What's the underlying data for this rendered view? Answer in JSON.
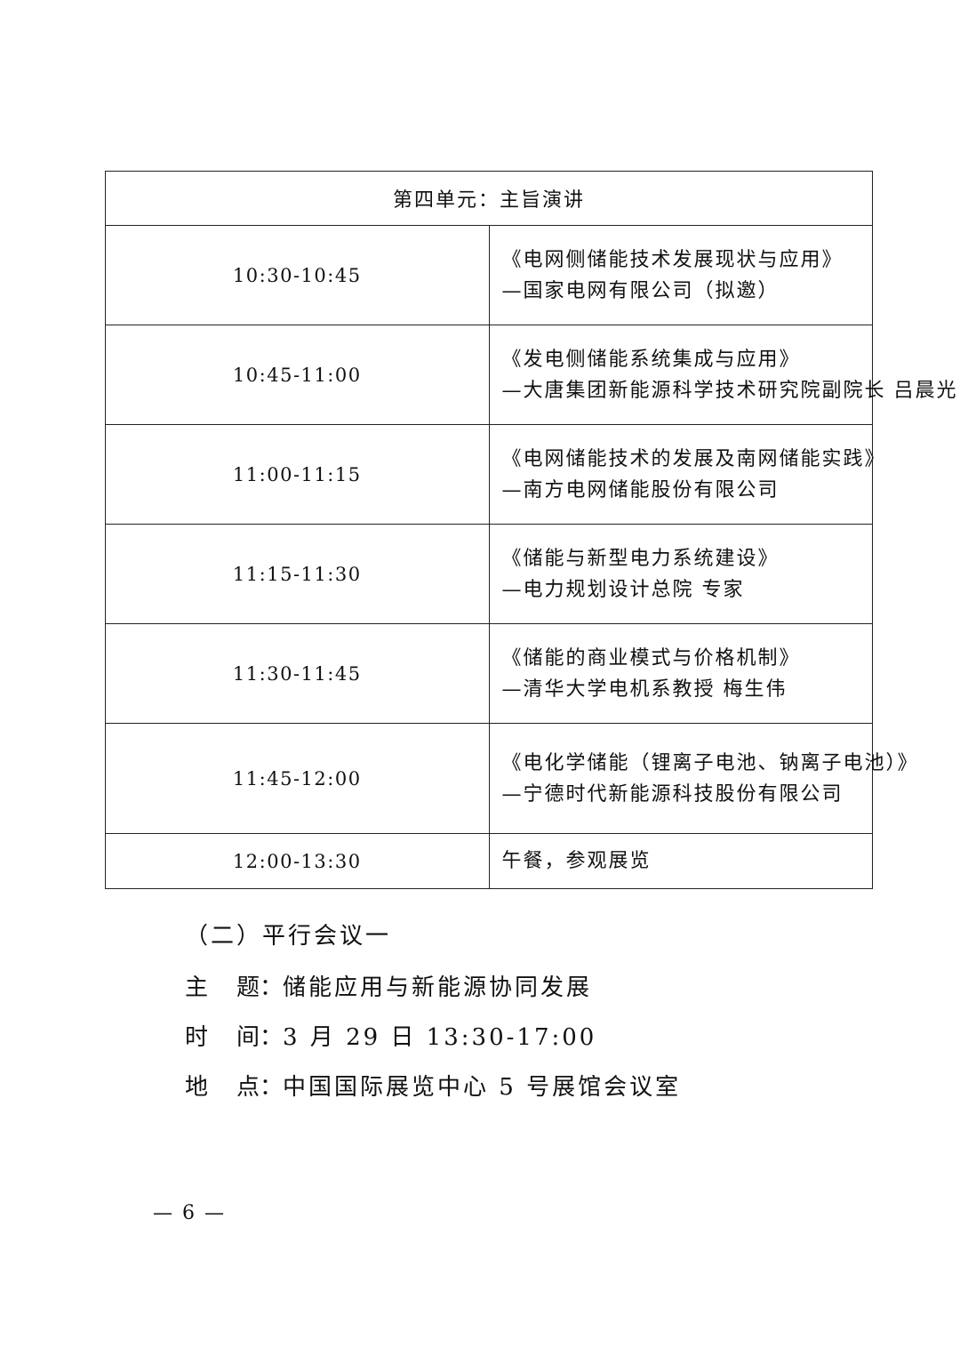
{
  "schedule": {
    "unit_title": "第四单元：主旨演讲",
    "rows": [
      {
        "time": "10:30-10:45",
        "lines": [
          "《电网侧储能技术发展现状与应用》",
          "—国家电网有限公司（拟邀）"
        ]
      },
      {
        "time": "10:45-11:00",
        "lines": [
          "《发电侧储能系统集成与应用》",
          "—大唐集团新能源科学技术研究院副院长  吕晨光"
        ]
      },
      {
        "time": "11:00-11:15",
        "lines": [
          "《电网储能技术的发展及南网储能实践》",
          "—南方电网储能股份有限公司"
        ]
      },
      {
        "time": "11:15-11:30",
        "lines": [
          "《储能与新型电力系统建设》",
          "—电力规划设计总院  专家"
        ]
      },
      {
        "time": "11:30-11:45",
        "lines": [
          "《储能的商业模式与价格机制》",
          "—清华大学电机系教授    梅生伟"
        ]
      },
      {
        "time": "11:45-12:00",
        "lines": [
          "《电化学储能（锂离子电池、钠离子电池）》",
          "—宁德时代新能源科技股份有限公司"
        ]
      },
      {
        "time": "12:00-13:30",
        "lines": [
          "午餐，参观展览"
        ]
      }
    ]
  },
  "parallel_session": {
    "heading": "（二）平行会议一",
    "topic_label_1": "主",
    "topic_label_2": "题：",
    "topic_value": "储能应用与新能源协同发展",
    "time_label_1": "时",
    "time_label_2": "间：",
    "time_value": "3 月 29 日 13:30-17:00",
    "location_label_1": "地",
    "location_label_2": "点：",
    "location_value": "中国国际展览中心 5 号展馆会议室"
  },
  "page_number": "— 6 —"
}
